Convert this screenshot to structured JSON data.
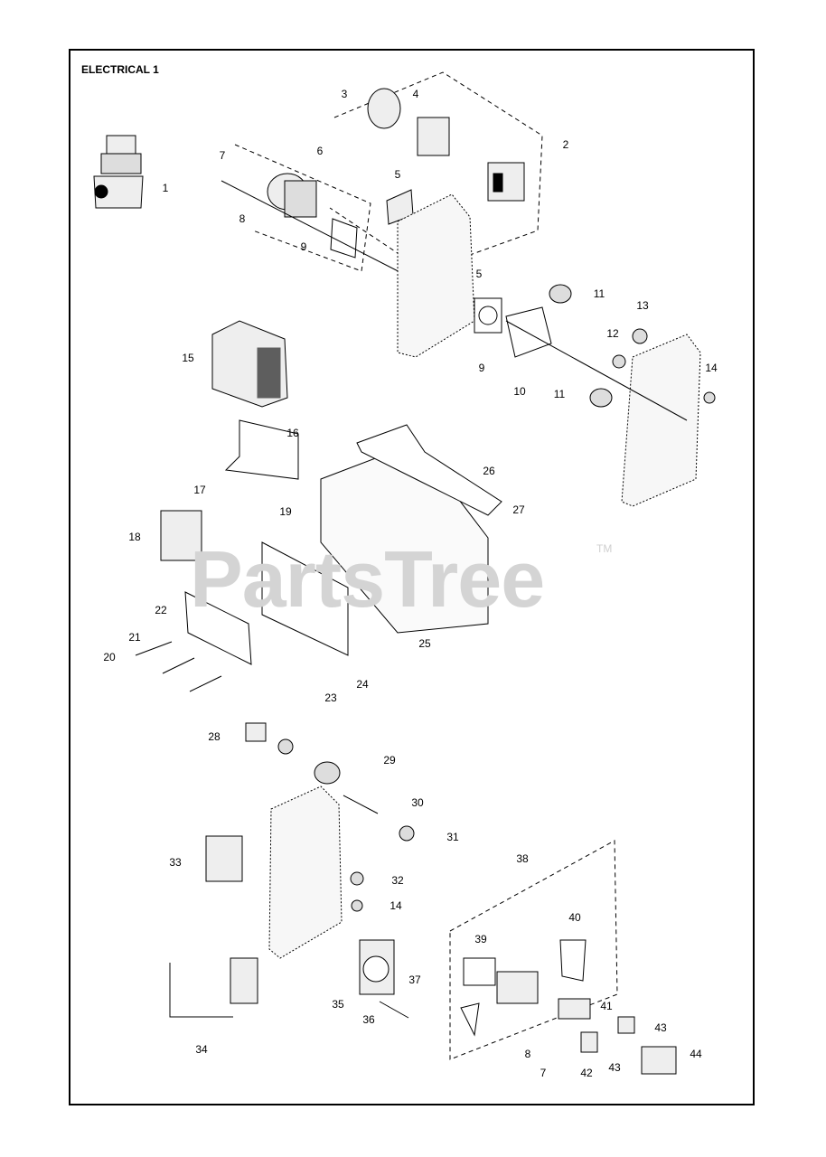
{
  "title": "ELECTRICAL 1",
  "watermark": "PartsTree",
  "trademark": "TM",
  "callouts": [
    {
      "id": "c1",
      "label": "1"
    },
    {
      "id": "c2",
      "label": "2"
    },
    {
      "id": "c3",
      "label": "3"
    },
    {
      "id": "c4",
      "label": "4"
    },
    {
      "id": "c5a",
      "label": "5"
    },
    {
      "id": "c5b",
      "label": "5"
    },
    {
      "id": "c6",
      "label": "6"
    },
    {
      "id": "c7a",
      "label": "7"
    },
    {
      "id": "c8a",
      "label": "8"
    },
    {
      "id": "c9a",
      "label": "9"
    },
    {
      "id": "c9b",
      "label": "9"
    },
    {
      "id": "c10",
      "label": "10"
    },
    {
      "id": "c11a",
      "label": "11"
    },
    {
      "id": "c11b",
      "label": "11"
    },
    {
      "id": "c12",
      "label": "12"
    },
    {
      "id": "c13",
      "label": "13"
    },
    {
      "id": "c14a",
      "label": "14"
    },
    {
      "id": "c15",
      "label": "15"
    },
    {
      "id": "c16",
      "label": "16"
    },
    {
      "id": "c17",
      "label": "17"
    },
    {
      "id": "c18",
      "label": "18"
    },
    {
      "id": "c19",
      "label": "19"
    },
    {
      "id": "c20",
      "label": "20"
    },
    {
      "id": "c21",
      "label": "21"
    },
    {
      "id": "c22",
      "label": "22"
    },
    {
      "id": "c23",
      "label": "23"
    },
    {
      "id": "c24",
      "label": "24"
    },
    {
      "id": "c25",
      "label": "25"
    },
    {
      "id": "c26",
      "label": "26"
    },
    {
      "id": "c27",
      "label": "27"
    },
    {
      "id": "c28",
      "label": "28"
    },
    {
      "id": "c29",
      "label": "29"
    },
    {
      "id": "c30",
      "label": "30"
    },
    {
      "id": "c31",
      "label": "31"
    },
    {
      "id": "c32",
      "label": "32"
    },
    {
      "id": "c33",
      "label": "33"
    },
    {
      "id": "c14b",
      "label": "14"
    },
    {
      "id": "c34",
      "label": "34"
    },
    {
      "id": "c35",
      "label": "35"
    },
    {
      "id": "c36",
      "label": "36"
    },
    {
      "id": "c37",
      "label": "37"
    },
    {
      "id": "c38",
      "label": "38"
    },
    {
      "id": "c39",
      "label": "39"
    },
    {
      "id": "c40",
      "label": "40"
    },
    {
      "id": "c41",
      "label": "41"
    },
    {
      "id": "c42",
      "label": "42"
    },
    {
      "id": "c43a",
      "label": "43"
    },
    {
      "id": "c43b",
      "label": "43"
    },
    {
      "id": "c44",
      "label": "44"
    },
    {
      "id": "c8b",
      "label": "8"
    },
    {
      "id": "c7b",
      "label": "7"
    }
  ]
}
